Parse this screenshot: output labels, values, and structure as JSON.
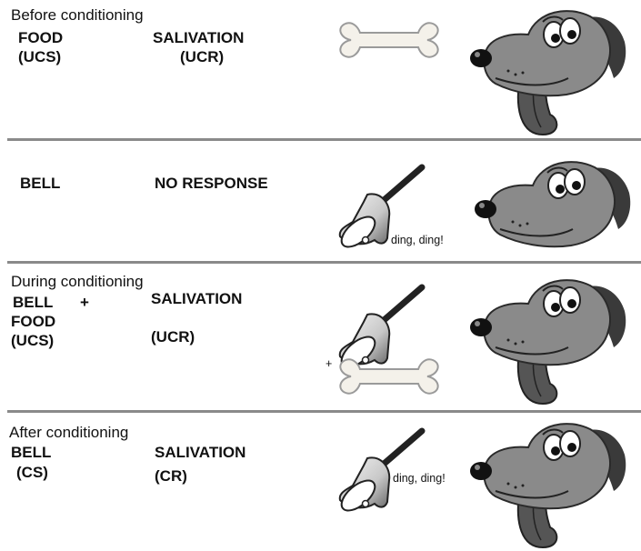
{
  "panels": [
    {
      "heading": "Before conditioning",
      "left_lines": [
        "FOOD",
        "(UCS)"
      ],
      "right_lines": [
        "SALIVATION",
        "(UCR)"
      ]
    },
    {
      "heading": "",
      "left_lines": [
        "BELL"
      ],
      "right_lines": [
        "NO RESPONSE"
      ],
      "bell_caption": "ding, ding!"
    },
    {
      "heading": "During conditioning",
      "left_lines": [
        "BELL",
        "FOOD",
        "(UCS)"
      ],
      "plus": "+",
      "right_lines": [
        "SALIVATION",
        "(UCR)"
      ],
      "image_plus": "+"
    },
    {
      "heading": "After conditioning",
      "left_lines": [
        "BELL",
        "(CS)"
      ],
      "right_lines": [
        "SALIVATION",
        "(CR)"
      ],
      "bell_caption": "ding, ding!"
    }
  ],
  "icons": [
    "bone-icon",
    "bell-icon",
    "dog-head-icon"
  ]
}
